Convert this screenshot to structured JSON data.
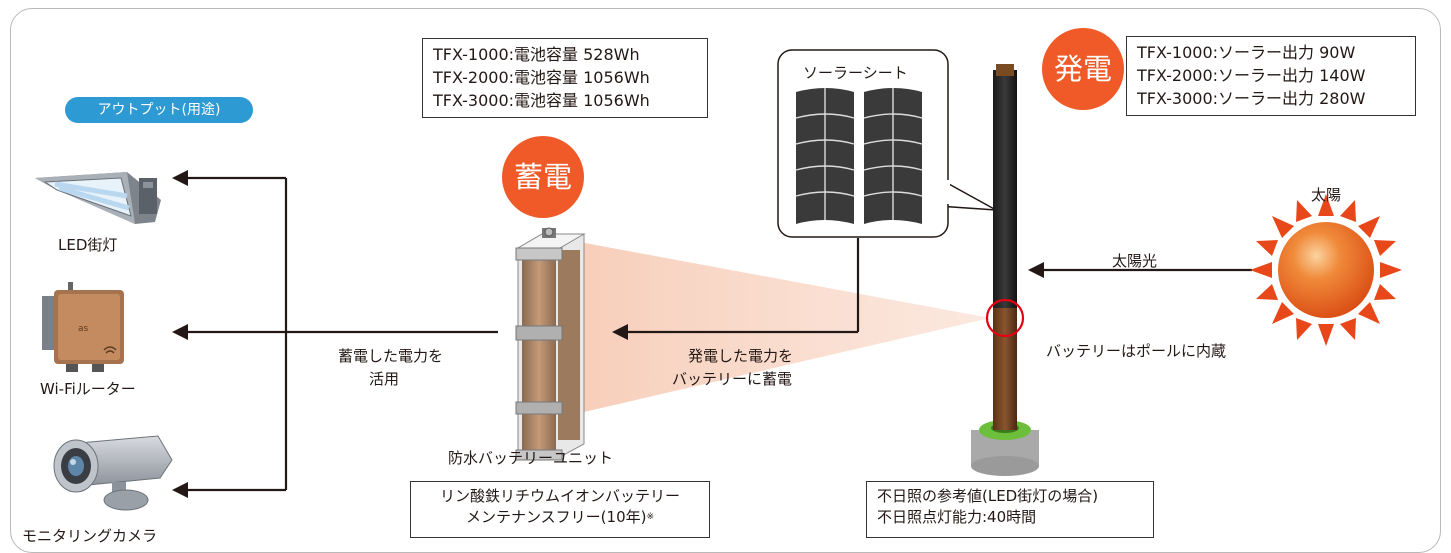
{
  "output_label": "アウトプット(用途)",
  "outputs": [
    {
      "label": "LED街灯",
      "icon": "led-streetlight-icon"
    },
    {
      "label": "Wi-Fiルーター",
      "icon": "wifi-router-icon"
    },
    {
      "label": "モニタリングカメラ",
      "icon": "monitoring-camera-icon"
    }
  ],
  "use_label": {
    "line1": "蓄電した電力を",
    "line2": "活用"
  },
  "battery_specs": [
    "TFX-1000:電池容量 528Wh",
    "TFX-2000:電池容量 1056Wh",
    "TFX-3000:電池容量 1056Wh"
  ],
  "storage_badge": "蓄電",
  "battery_unit_label": "防水バッテリーユニット",
  "battery_type": {
    "line1": "リン酸鉄リチウムイオンバッテリー",
    "line2": "メンテナンスフリー(10年)",
    "mark": "※"
  },
  "charge_label": {
    "line1": "発電した電力を",
    "line2": "バッテリーに蓄電"
  },
  "solar_sheet_label": "ソーラーシート",
  "generation_badge": "発電",
  "solar_specs": [
    "TFX-1000:ソーラー出力 90W",
    "TFX-2000:ソーラー出力 140W",
    "TFX-3000:ソーラー出力 280W"
  ],
  "pole_note": "バッテリーはポールに内蔵",
  "sun_label": "太陽",
  "sunlight_label": "太陽光",
  "reference": {
    "line1": "不日照の参考値(LED街灯の場合)",
    "line2": "不日照点灯能力:40時間"
  },
  "colors": {
    "badge": "#ef5a28",
    "pill": "#2e9ad3",
    "highlight_circle": "#e60012",
    "beam": "#f9d3c0"
  }
}
